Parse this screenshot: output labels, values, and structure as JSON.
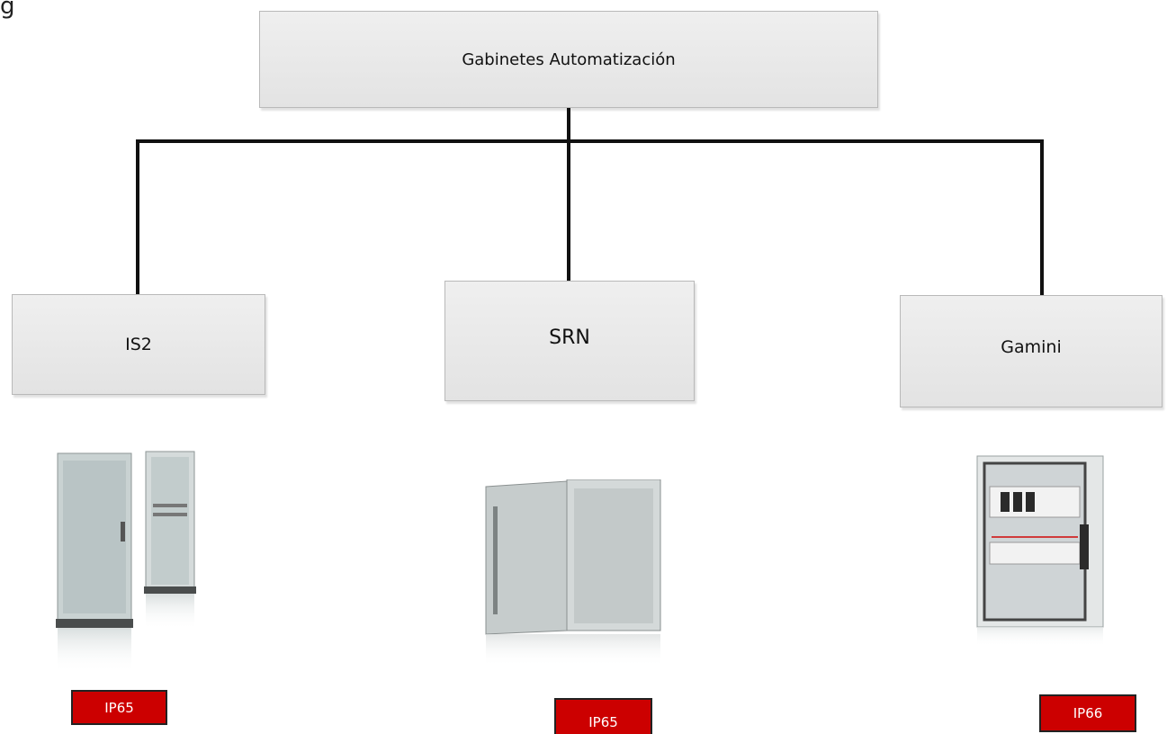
{
  "root": {
    "label": "Gabinetes Automatización"
  },
  "children": [
    {
      "label": "IS2",
      "rating": "IP65"
    },
    {
      "label": "SRN",
      "rating": "IP65"
    },
    {
      "label": "Gamini",
      "rating": "IP66"
    }
  ],
  "corner_text": "g",
  "colors": {
    "node_fill": "#e8e8e8",
    "connector": "#111111",
    "badge_fill": "#cc0000",
    "badge_text": "#ffffff"
  }
}
